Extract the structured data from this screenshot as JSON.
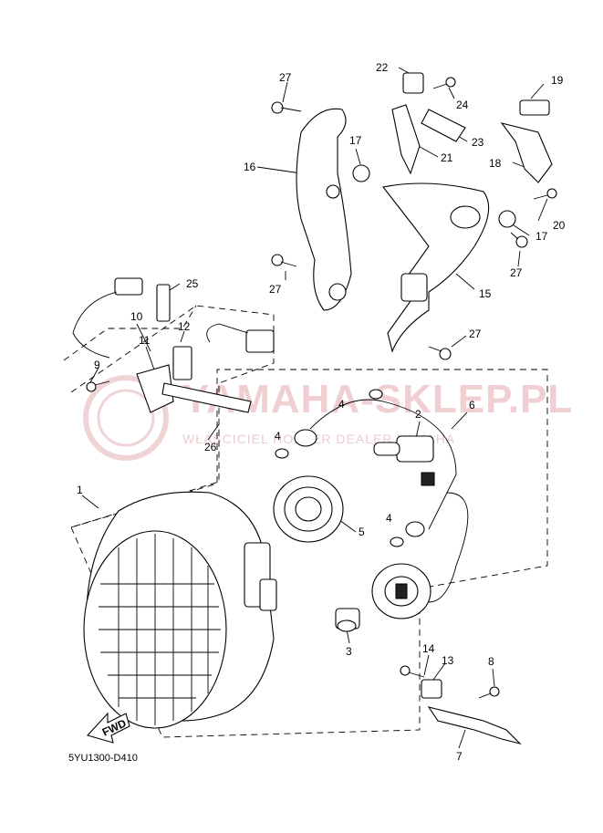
{
  "diagram": {
    "code": "5YU1300-D410",
    "fwd_label": "FWD",
    "watermark": {
      "main": "YAMAHA-SKLEP.PL",
      "sub": "WŁAŚCICIEL HOLDER DEALER YAMAHA"
    },
    "callouts": {
      "c1": "1",
      "c2": "2",
      "c3": "3",
      "c4a": "4",
      "c4b": "4",
      "c4c": "4",
      "c5": "5",
      "c6": "6",
      "c7": "7",
      "c8": "8",
      "c9": "9",
      "c10": "10",
      "c11": "11",
      "c12": "12",
      "c13": "13",
      "c14": "14",
      "c15": "15",
      "c16": "16",
      "c17a": "17",
      "c17b": "17",
      "c18": "18",
      "c19": "19",
      "c20": "20",
      "c21": "21",
      "c22": "22",
      "c23": "23",
      "c24": "24",
      "c25": "25",
      "c26": "26",
      "c27a": "27",
      "c27b": "27",
      "c27c": "27",
      "c27d": "27"
    },
    "colors": {
      "line": "#000000",
      "watermark": "#e2a9ac"
    }
  }
}
